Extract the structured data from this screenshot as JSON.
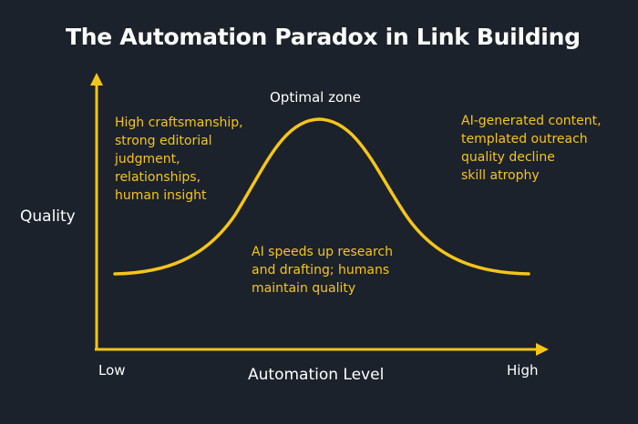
{
  "title": "The Automation Paradox in Link Building",
  "axes": {
    "y_label": "Quality",
    "x_label": "Automation Level",
    "x_low": "Low",
    "x_high": "High"
  },
  "peak_label": "Optimal zone",
  "notes": {
    "left": [
      "High craftsmanship,",
      "strong editorial",
      "judgment,",
      "relationships,",
      "human insight"
    ],
    "right": [
      "AI-generated content,",
      "templated outreach",
      "quality decline",
      "skill atrophy"
    ],
    "center": [
      "AI speeds up research",
      "and drafting; humans",
      "maintain quality"
    ]
  },
  "colors": {
    "background": "#1c222b",
    "accent": "#f5c518",
    "text": "#ffffff"
  }
}
